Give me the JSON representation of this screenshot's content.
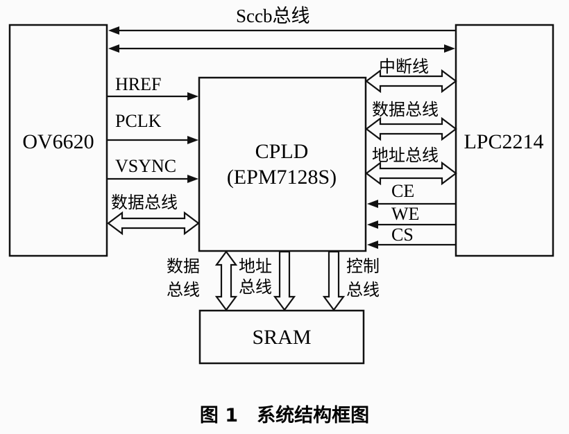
{
  "blocks": {
    "ov6620": "OV6620",
    "cpld_line1": "CPLD",
    "cpld_line2": "(EPM7128S)",
    "lpc": "LPC2214",
    "sram": "SRAM"
  },
  "signals": {
    "sccb": "Sccb总线",
    "href": "HREF",
    "pclk": "PCLK",
    "vsync": "VSYNC",
    "ov_data_bus": "数据总线",
    "interrupt": "中断线",
    "data_bus": "数据总线",
    "addr_bus": "地址总线",
    "ce": "CE",
    "we": "WE",
    "cs": "CS",
    "sram_data_1": "数据",
    "sram_data_2": "总线",
    "sram_addr_1": "地址",
    "sram_addr_2": "总线",
    "sram_ctrl_1": "控制",
    "sram_ctrl_2": "总线"
  },
  "caption": "图 1　系统结构框图"
}
